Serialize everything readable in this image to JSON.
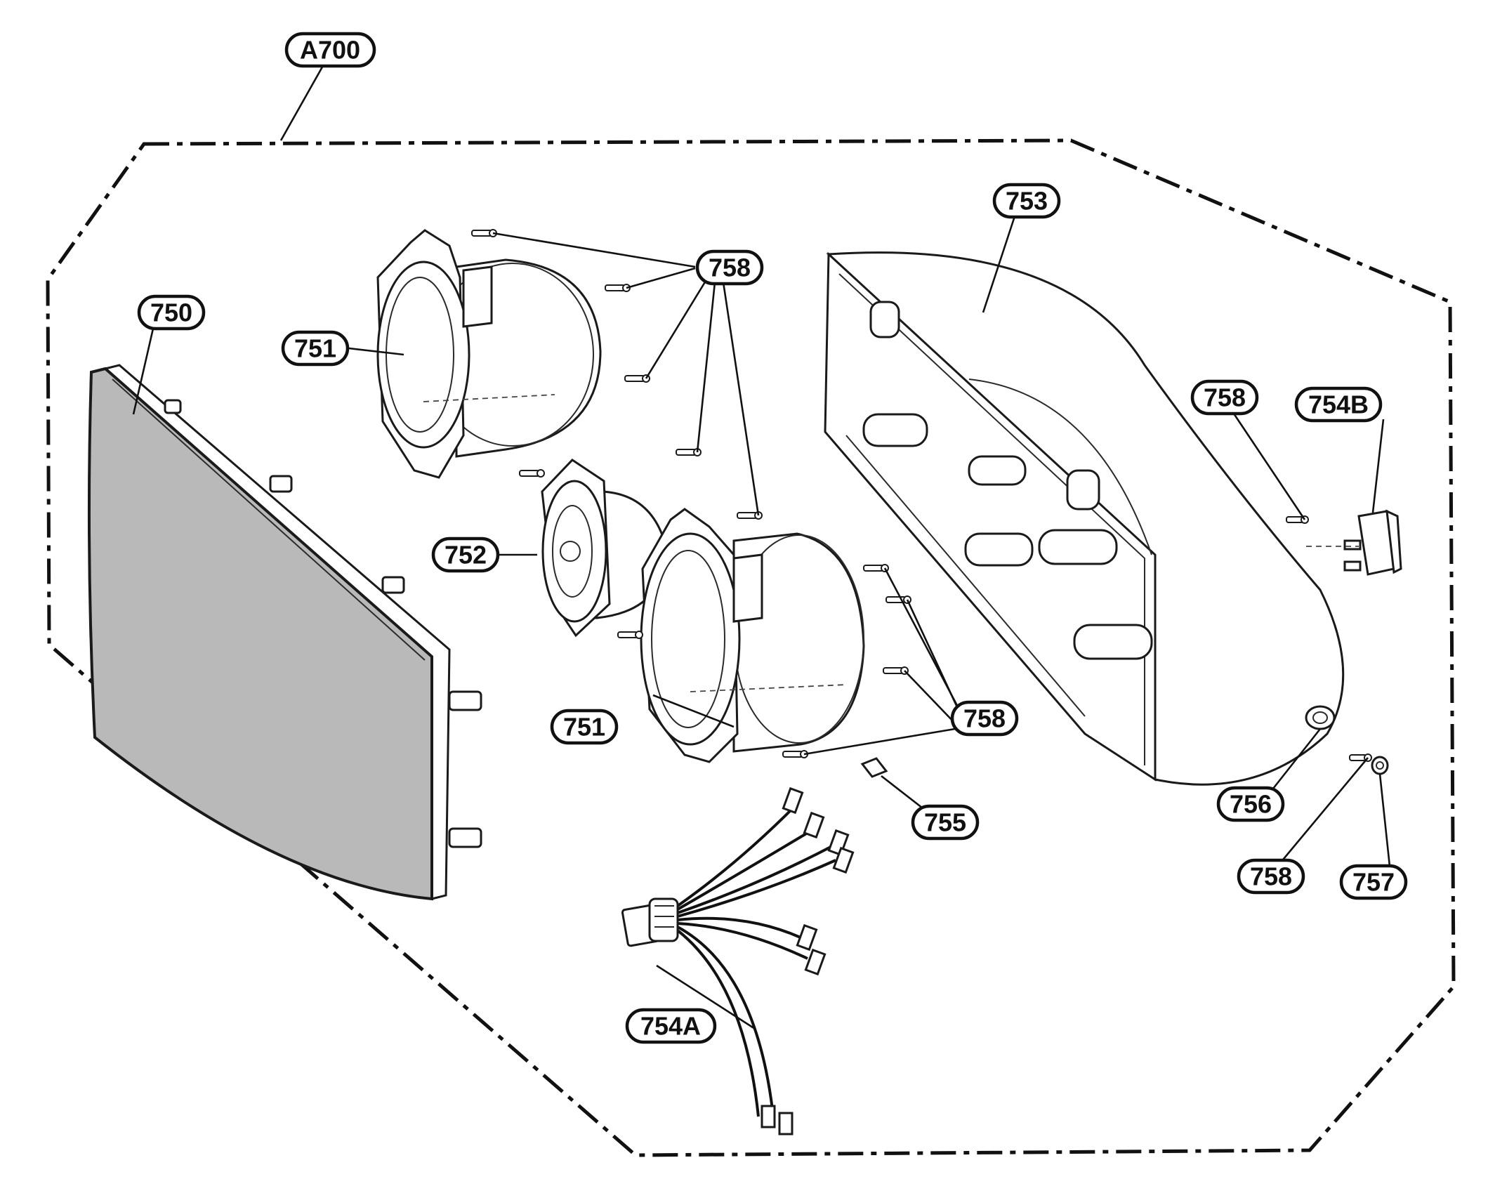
{
  "title": "",
  "callouts": {
    "a700": "A700",
    "p750": "750",
    "p751_upper": "751",
    "p751_lower": "751",
    "p752": "752",
    "p753": "753",
    "p754a": "754A",
    "p754b": "754B",
    "p755": "755",
    "p756": "756",
    "p757": "757",
    "p758_top": "758",
    "p758_right": "758",
    "p758_mid": "758",
    "p758_bottom": "758"
  },
  "colors": {
    "line": "#111111",
    "grille_fill": "#b9b9b9",
    "background": "#ffffff"
  }
}
